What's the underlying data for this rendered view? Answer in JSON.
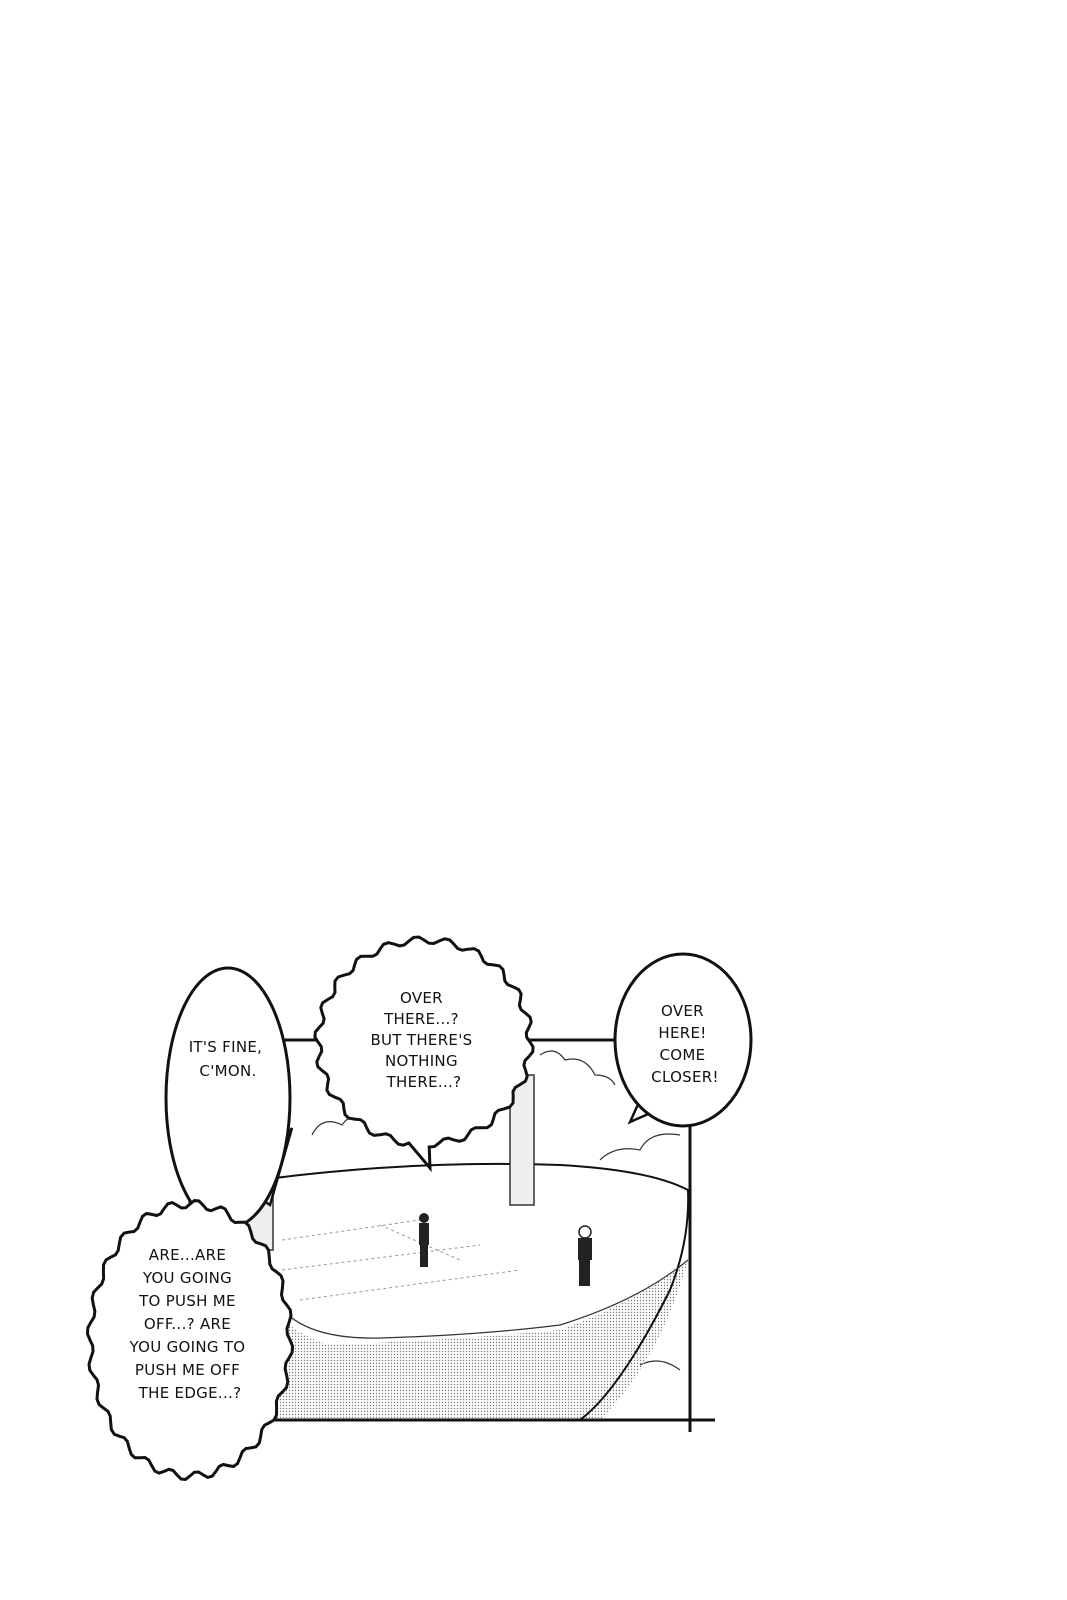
{
  "panel": {
    "bubbles": [
      {
        "id": "its-fine",
        "lines": [
          "IT'S FINE,",
          "C'MON."
        ]
      },
      {
        "id": "over-there",
        "lines": [
          "OVER",
          "THERE...?",
          "BUT THERE'S",
          "NOTHING",
          "THERE...?"
        ]
      },
      {
        "id": "over-here",
        "lines": [
          "OVER",
          "HERE!",
          "COME",
          "CLOSER!"
        ]
      },
      {
        "id": "push-me-off",
        "lines": [
          "ARE...ARE",
          "YOU GOING",
          "TO PUSH ME",
          "OFF...? ARE",
          "YOU GOING TO",
          "PUSH ME OFF",
          "THE EDGE...?"
        ]
      }
    ]
  }
}
